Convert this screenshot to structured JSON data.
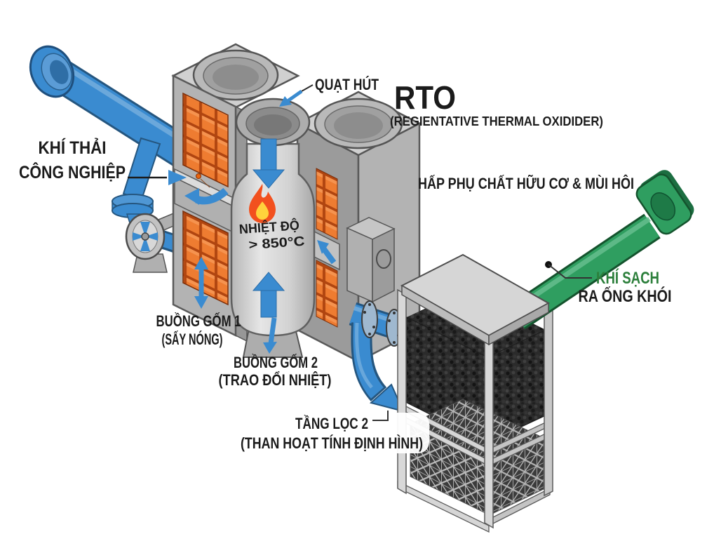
{
  "diagram": {
    "title": "RTO",
    "subtitle": "(REGIENTATIVE THERMAL OXIDIDER)",
    "labels": {
      "fan": "QUẠT HÚT",
      "waste_gas_1": "KHÍ THẢI",
      "waste_gas_2": "CÔNG NGHIỆP",
      "adsorption": "HẤP PHỤ CHẤT HỮU CƠ & MÙI HÔI",
      "temperature_1": "NHIỆT ĐỘ",
      "temperature_2": "> 850°C",
      "ceramic_chamber_1a": "BUỒNG GỐM 1",
      "ceramic_chamber_1b": "(SẤY NÓNG)",
      "ceramic_chamber_2a": "BUỒNG GỐM 2",
      "ceramic_chamber_2b": "(TRAO ĐỔI NHIỆT)",
      "filter_layer_a": "TẦNG LỌC 2",
      "filter_layer_b": "(THAN HOẠT TÍNH ĐỊNH HÌNH)",
      "clean_air_a": "KHÍ SẠCH",
      "clean_air_b": "RA ỐNG KHÓI"
    },
    "colors": {
      "pipe_blue": "#3a8bd0",
      "pipe_blue_dark": "#25567f",
      "pipe_green": "#2f9e60",
      "pipe_green_dark": "#14532d",
      "ceramic_orange": "#ee7c31",
      "ceramic_mortar": "#b04510",
      "metal_light": "#d0d0d0",
      "metal_mid": "#b3b3b3",
      "metal_dark": "#979797",
      "carbon_dark": "#2b2b2b",
      "text_black": "#1b1b1b",
      "text_green": "#2c7f3b",
      "flame_orange": "#f2501e",
      "flame_yellow": "#ffd23c"
    }
  }
}
